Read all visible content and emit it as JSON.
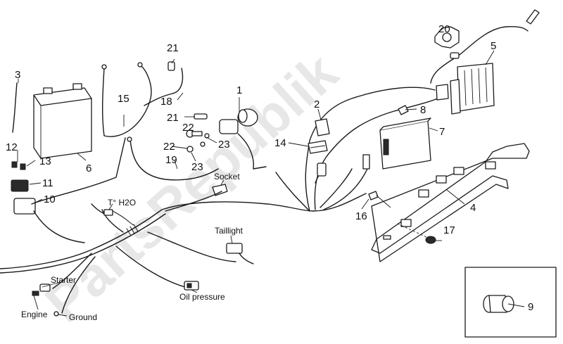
{
  "watermark": "PartsRepublik",
  "callouts": [
    "1",
    "2",
    "3",
    "4",
    "5",
    "6",
    "7",
    "8",
    "9",
    "10",
    "11",
    "12",
    "13",
    "14",
    "15",
    "16",
    "17",
    "18",
    "19",
    "20",
    "21",
    "21",
    "22",
    "22",
    "23",
    "23"
  ],
  "labels": {
    "socket": "Socket",
    "t_h2o": "T° H2O",
    "taillight": "Taillight",
    "starter": "Starter",
    "engine": "Engine",
    "ground": "Ground",
    "oil_pressure": "Oil pressure"
  }
}
